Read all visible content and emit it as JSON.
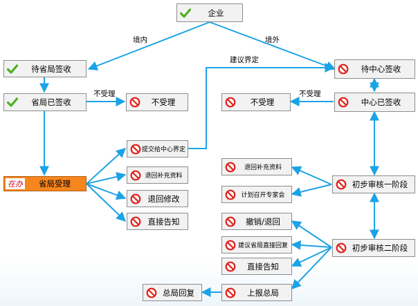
{
  "nodes": {
    "enterprise": "企业",
    "awaiting_province": "待省局签收",
    "province_received": "省局已签收",
    "reject_left": "不受理",
    "submit_center": "提交给中心界定",
    "return_supplement_left": "退回补充资料",
    "return_modify": "退回修改",
    "direct_notify_left": "直接告知",
    "province_accept": "省局受理",
    "in_progress_badge": "在办",
    "awaiting_center": "待中心签收",
    "center_received": "中心已签收",
    "reject_right": "不受理",
    "return_supplement_right": "退回补充资料",
    "plan_expert_meeting": "计划召开专家会",
    "stage_one": "初步审核一阶段",
    "cancel_return": "撤销/退回",
    "suggest_province_reply": "建议省局直接回复",
    "direct_notify_right": "直接告知",
    "stage_two": "初步审核二阶段",
    "report_general": "上报总局",
    "general_reply": "总局回复"
  },
  "edge_labels": {
    "domestic": "境内",
    "overseas": "境外",
    "not_accept_left": "不受理",
    "not_accept_right": "不受理",
    "define_scope": "建议界定"
  },
  "colors": {
    "arrow": "#1ba3e6",
    "node_fill": "#f2f2f2",
    "node_border": "#8c8c8c",
    "accept_node": "#f7861e",
    "check": "#4caf1e",
    "prohibit": "#e0201b"
  },
  "icons": {
    "check": "check-icon",
    "prohibit": "prohibited-icon"
  }
}
